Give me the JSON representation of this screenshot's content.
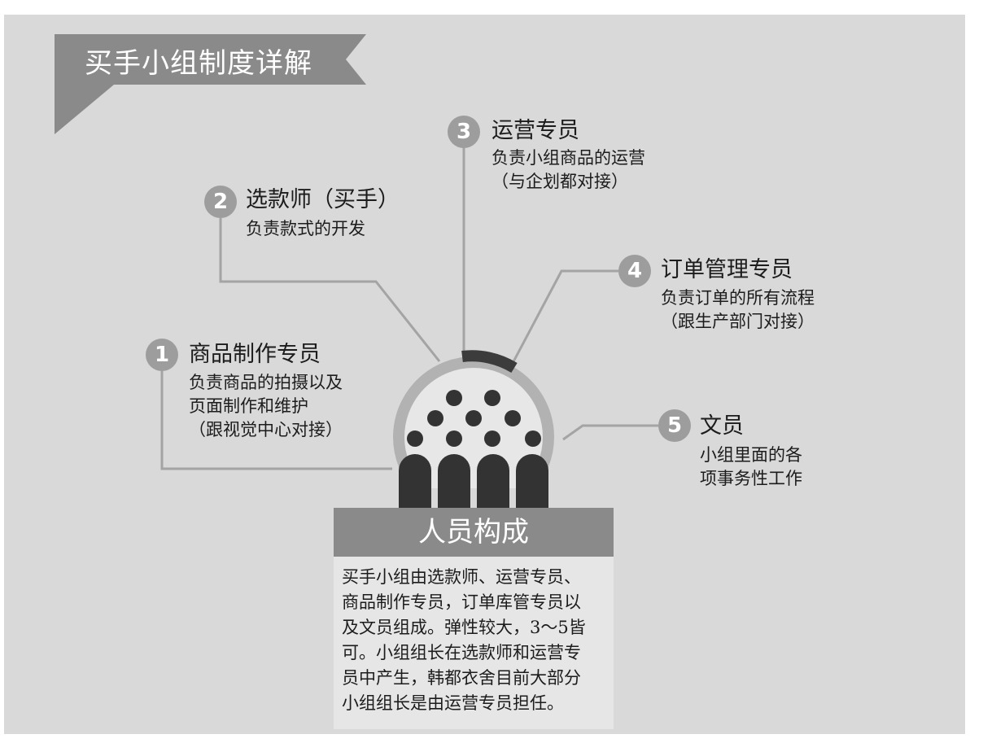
{
  "title": "买手小组制度详解",
  "roles": [
    {
      "num": "1",
      "name": "商品制作专员",
      "desc": [
        "负责商品的拍摄以及",
        "页面制作和维护",
        "（跟视觉中心对接）"
      ]
    },
    {
      "num": "2",
      "name": "选款师（买手）",
      "desc": [
        "负责款式的开发"
      ]
    },
    {
      "num": "3",
      "name": "运营专员",
      "desc": [
        "负责小组商品的运营",
        "（与企划都对接）"
      ]
    },
    {
      "num": "4",
      "name": "订单管理专员",
      "desc": [
        "负责订单的所有流程",
        "（跟生产部门对接）"
      ]
    },
    {
      "num": "5",
      "name": "文员",
      "desc": [
        "小组里面的各",
        "项事务性工作"
      ]
    }
  ],
  "center": {
    "label": "人员构成",
    "description": [
      "买手小组由选款师、运营专员、",
      "商品制作专员，订单库管专员以",
      "及文员组成。弹性较大，3～5皆",
      "可。小组组长在选款师和运营专",
      "员中产生，韩都衣舍目前大部分",
      "小组组长是由运营专员担任。"
    ]
  }
}
